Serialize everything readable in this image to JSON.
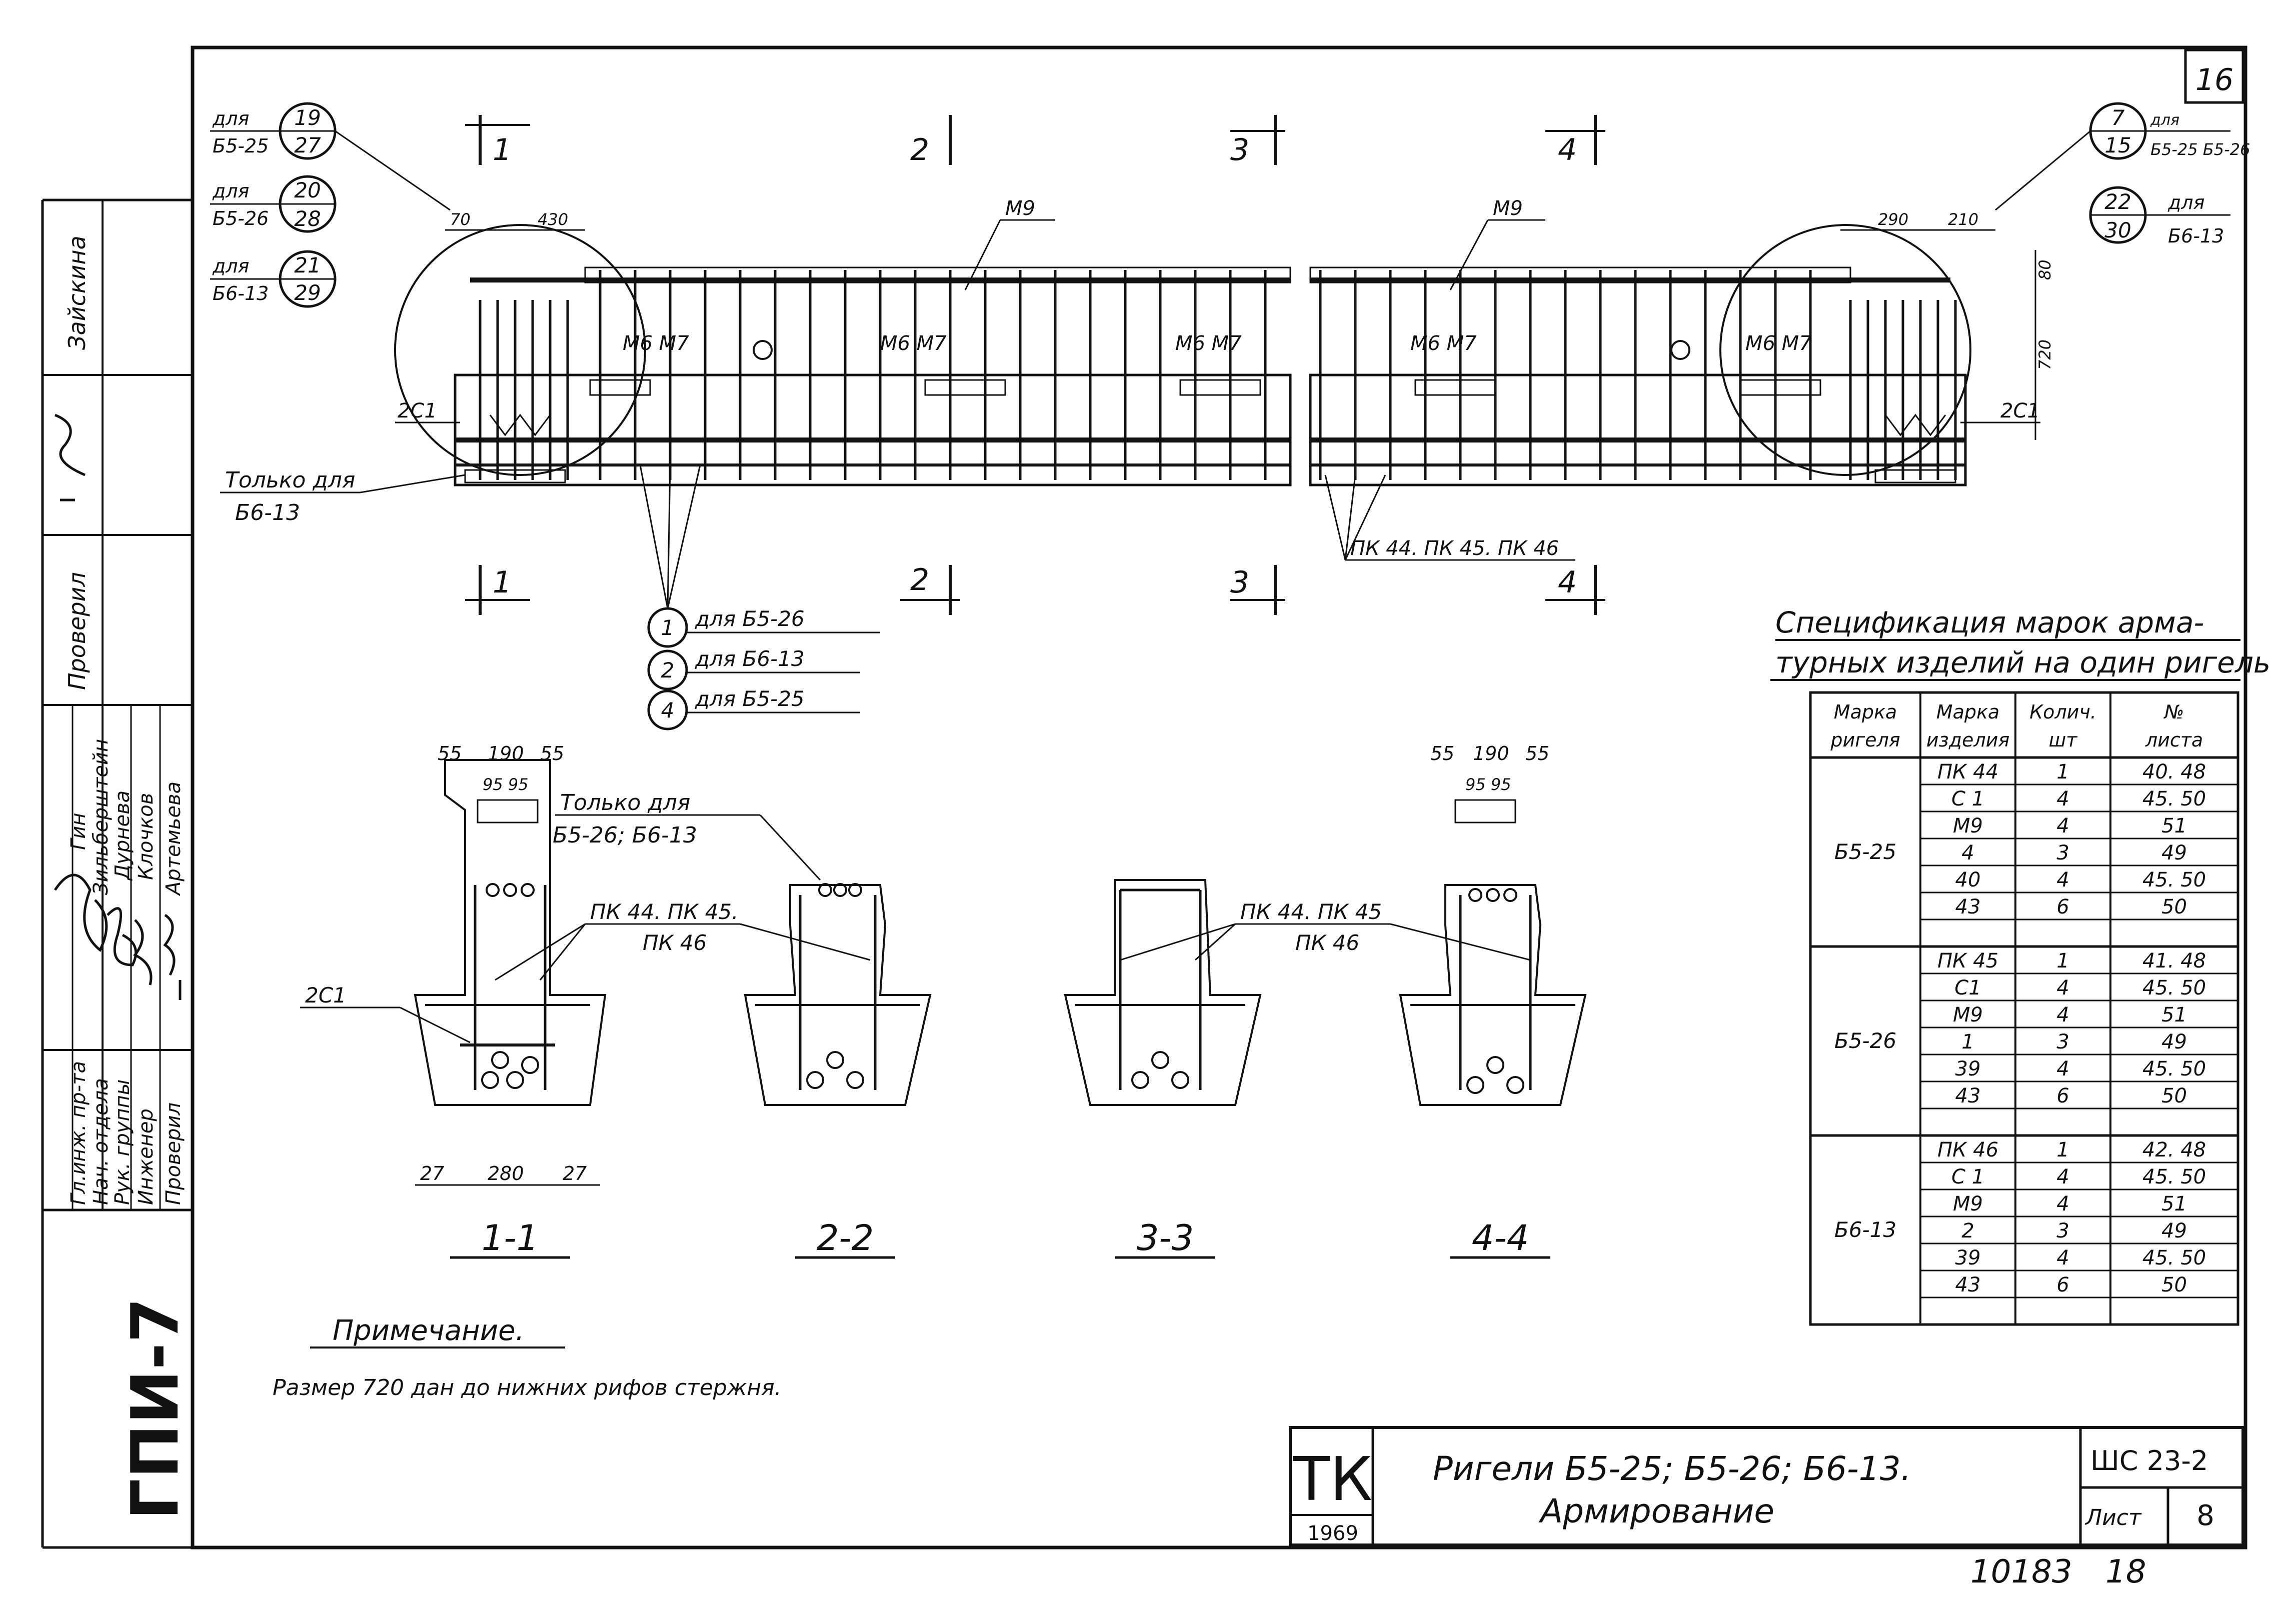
{
  "sheet_number": "16",
  "organization": "ГПИ-7",
  "stamp": {
    "logo": "ТК",
    "year": "1969",
    "title_line1": "Ригели Б5-25; Б5-26; Б6-13.",
    "title_line2": "Армирование",
    "series": "ШС 23-2",
    "sheet_label": "Лист",
    "sheet_value": "8",
    "inventory": "10183",
    "inventory_sheet": "18"
  },
  "left_stamp": {
    "roles": [
      "Гл.инж. пр-та",
      "Нач. отдела",
      "Рук. группы",
      "Инженер",
      "Проверил"
    ],
    "names": [
      "Гин",
      "Зильберштейн",
      "Дурнева",
      "Клочков",
      "Артемьева"
    ],
    "checked_label": "Проверил",
    "vertical_name": "Зайскина"
  },
  "callouts_left": [
    {
      "prefix": "для",
      "mark": "Б5-25",
      "top": "19",
      "bottom": "27"
    },
    {
      "prefix": "для",
      "mark": "Б5-26",
      "top": "20",
      "bottom": "28"
    },
    {
      "prefix": "для",
      "mark": "Б6-13",
      "top": "21",
      "bottom": "29"
    }
  ],
  "callouts_right": [
    {
      "prefix": "для",
      "mark": "Б5-25 Б5-26",
      "top": "7",
      "bottom": "15"
    },
    {
      "prefix": "для",
      "mark": "Б6-13",
      "top": "22",
      "bottom": "30"
    }
  ],
  "section_marks_top": [
    "1",
    "2",
    "3",
    "4"
  ],
  "section_marks_bottom": [
    "1",
    "2",
    "3",
    "4"
  ],
  "elevation_labels": {
    "m9_left": "М9",
    "m9_right": "М9",
    "m6m7": "М6 М7",
    "c2c1": "2С1",
    "only_for": "Только для",
    "only_for_mark": "Б6-13",
    "pk_group": "ПК 44. ПК 45. ПК 46",
    "dim_70": "70",
    "dim_430": "430",
    "dim_290": "290",
    "dim_210": "210",
    "dim_720": "720",
    "dim_80": "80"
  },
  "frame_callouts": [
    {
      "num": "1",
      "text": "для Б5-26"
    },
    {
      "num": "2",
      "text": "для Б6-13"
    },
    {
      "num": "4",
      "text": "для Б5-25"
    }
  ],
  "sections": [
    {
      "title": "1-1"
    },
    {
      "title": "2-2"
    },
    {
      "title": "3-3"
    },
    {
      "title": "4-4"
    }
  ],
  "section_labels": {
    "dim_55": "55",
    "dim_190": "190",
    "dim_95": "95 95",
    "dim_27": "27",
    "dim_280": "280",
    "only_for": "Только для",
    "only_for_marks": "Б5-26; Б6-13",
    "pk_a": "ПК 44. ПК 45.",
    "pk_b": "ПК 46",
    "pk_c": "ПК 44. ПК 45",
    "pk_d": "ПК 46",
    "c2c1": "2С1"
  },
  "note": {
    "heading": "Примечание.",
    "text": "Размер 720 дан до нижних рифов стержня."
  },
  "spec": {
    "title_line1": "Спецификация марок арма-",
    "title_line2": "турных изделий на один ригель",
    "headers": [
      "Марка ригеля",
      "Марка изделия",
      "Колич. шт",
      "№ листа"
    ],
    "groups": [
      {
        "rigel": "Б5-25",
        "rows": [
          [
            "ПК 44",
            "1",
            "40. 48"
          ],
          [
            "С 1",
            "4",
            "45. 50"
          ],
          [
            "М9",
            "4",
            "51"
          ],
          [
            "4",
            "3",
            "49"
          ],
          [
            "40",
            "4",
            "45. 50"
          ],
          [
            "43",
            "6",
            "50"
          ]
        ]
      },
      {
        "rigel": "Б5-26",
        "rows": [
          [
            "ПК 45",
            "1",
            "41. 48"
          ],
          [
            "С1",
            "4",
            "45. 50"
          ],
          [
            "М9",
            "4",
            "51"
          ],
          [
            "1",
            "3",
            "49"
          ],
          [
            "39",
            "4",
            "45. 50"
          ],
          [
            "43",
            "6",
            "50"
          ]
        ]
      },
      {
        "rigel": "Б6-13",
        "rows": [
          [
            "ПК 46",
            "1",
            "42. 48"
          ],
          [
            "С 1",
            "4",
            "45. 50"
          ],
          [
            "М9",
            "4",
            "51"
          ],
          [
            "2",
            "3",
            "49"
          ],
          [
            "39",
            "4",
            "45. 50"
          ],
          [
            "43",
            "6",
            "50"
          ]
        ]
      }
    ]
  }
}
